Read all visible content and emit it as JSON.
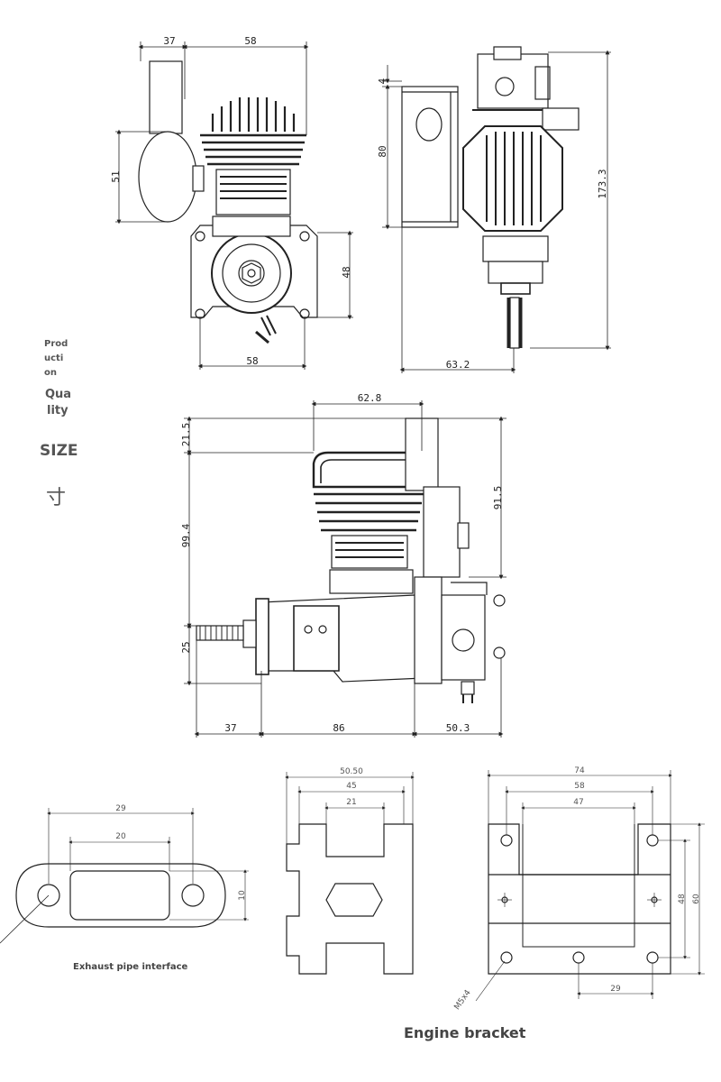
{
  "side_labels": {
    "production": [
      "Prod",
      "ucti",
      "on"
    ],
    "quality": [
      "Qua",
      "lity"
    ],
    "size": "SIZE",
    "size_cn": "寸"
  },
  "captions": {
    "exhaust": "Exhaust pipe interface",
    "bracket": "Engine bracket"
  },
  "dims": {
    "front": {
      "top_left": "37",
      "top_right": "58",
      "left": "51",
      "right": "48",
      "bottom": "58"
    },
    "side": {
      "small": "4",
      "height": "80",
      "total": "173.3",
      "bottom": "63.2"
    },
    "main": {
      "top": "62.8",
      "left_top": "21.5",
      "left_mid": "99.4",
      "left_low": "25",
      "right": "91.5",
      "bottom_a": "37",
      "bottom_b": "86",
      "bottom_c": "50.3"
    },
    "exhaust": {
      "outer": "29",
      "inner": "20",
      "height": "10"
    },
    "mount": {
      "a": "50.50",
      "b": "45",
      "c": "21"
    },
    "bracket": {
      "w1": "74",
      "w2": "58",
      "w3": "47",
      "h1": "60",
      "h2": "48",
      "bottom": "29",
      "hole": "M5x4"
    }
  }
}
